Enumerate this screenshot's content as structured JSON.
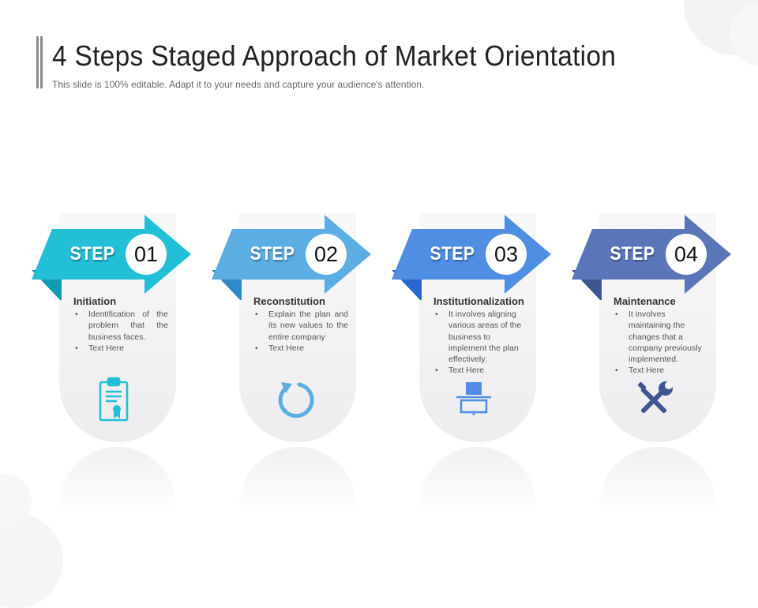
{
  "title": "4 Steps Staged Approach of Market Orientation",
  "subtitle": "This slide is 100% editable. Adapt it to your needs and capture your audience's attention.",
  "steps": [
    {
      "step_word": "STEP",
      "number": "01",
      "name": "Initiation",
      "bullets": [
        "Identification of the problem that the business faces.",
        "Text Here"
      ],
      "icon": "certificate-clipboard-icon",
      "color": "#22bfd6",
      "shadow": "#129bb0"
    },
    {
      "step_word": "STEP",
      "number": "02",
      "name": "Reconstitution",
      "bullets": [
        "Explain the plan and its new values to the entire company",
        "Text Here"
      ],
      "icon": "refresh-icon",
      "color": "#5aaee3",
      "shadow": "#2f8acb"
    },
    {
      "step_word": "STEP",
      "number": "03",
      "name": "Institutionalization",
      "bullets": [
        "It involves aligning various areas of the business to implement the plan effectively.",
        "Text Here"
      ],
      "icon": "align-blocks-icon",
      "color": "#4f8ee2",
      "shadow": "#2a66d0"
    },
    {
      "step_word": "STEP",
      "number": "04",
      "name": "Maintenance",
      "bullets": [
        "It involves maintaining the changes that a company previously implemented.",
        "Text Here"
      ],
      "icon": "tools-icon",
      "color": "#5a76b8",
      "shadow": "#3e5591"
    }
  ]
}
